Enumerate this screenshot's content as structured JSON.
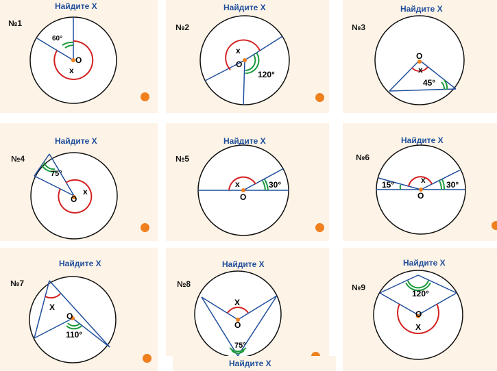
{
  "cards": [
    {
      "title": "Найдите Х",
      "number": "№1",
      "labels": [
        "60°",
        "O",
        "x"
      ]
    },
    {
      "title": "Найдите Х",
      "number": "№2",
      "labels": [
        "x",
        "O",
        "120°"
      ]
    },
    {
      "title": "Найдите Х",
      "number": "№3",
      "labels": [
        "O",
        "x",
        "45°"
      ]
    },
    {
      "title": "Найдите Х",
      "number": "№4",
      "labels": [
        "75°",
        "O",
        "x"
      ]
    },
    {
      "title": "Найдите Х",
      "number": "№5",
      "labels": [
        "x",
        "30°",
        "O"
      ]
    },
    {
      "title": "Найдите Х",
      "number": "№6",
      "labels": [
        "x",
        "15°",
        "30°",
        "O"
      ]
    },
    {
      "title": "Найдите Х",
      "number": "№7",
      "labels": [
        "X",
        "O",
        "110°"
      ]
    },
    {
      "title": "Найдите Х",
      "number": "№8",
      "labels": [
        "X",
        "O",
        "75°"
      ]
    },
    {
      "title": "Найдите Х",
      "number": "№9",
      "labels": [
        "120°",
        "O",
        "X"
      ]
    }
  ],
  "bottom_strip": {
    "title": "Найдите Х"
  },
  "colors": {
    "circle": "#111111",
    "chord": "#1f4e9c",
    "arc_red": "#d42020",
    "arc_green": "#1a9a3a",
    "center": "#f07f1e",
    "title": "#1f4e9c"
  }
}
